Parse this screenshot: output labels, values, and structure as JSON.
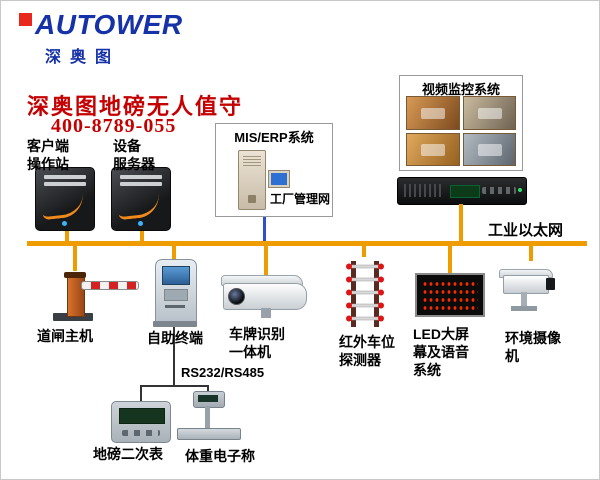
{
  "colors": {
    "logo_blue": "#1632A8",
    "accent_red": "#C40000",
    "bus_orange": "#EE9C00",
    "led_dot_red": "#FF2A00"
  },
  "logo": {
    "brand": "AUTOWER",
    "brand_cn": "深奥图"
  },
  "header": {
    "title": "深奥图地磅无人值守",
    "phone": "400-8789-055"
  },
  "top": {
    "client_station": "客户端\n操作站",
    "device_server": "设备\n服务器",
    "mis_box_title": "MIS/ERP系统",
    "factory_network": "工厂管理网",
    "video_box_title": "视频监控系统"
  },
  "bus": {
    "label": "工业以太网"
  },
  "devices": [
    {
      "label": "道闸主机"
    },
    {
      "label": "自助终端"
    },
    {
      "label": "车牌识别\n一体机"
    },
    {
      "label": "红外车位\n探测器"
    },
    {
      "label": "LED大屏\n幕及语音\n系统"
    },
    {
      "label": "环境摄像\n机"
    }
  ],
  "serial": {
    "bus_label": "RS232/RS485",
    "meter_label": "地磅二次表",
    "scale_label": "体重电子称"
  },
  "icons": {
    "pc-tower-icon": "css-shape",
    "mis-server-icon": "css-shape",
    "mis-monitor-icon": "css-shape",
    "camera-thumbnail-icon": "css-gradient",
    "dvr-icon": "css-shape",
    "barrier-gate-icon": "css-shape",
    "kiosk-icon": "css-shape",
    "lpr-camera-icon": "css-shape",
    "infrared-detector-icon": "svg-shape",
    "led-screen-icon": "css-dot-matrix",
    "cctv-camera-icon": "css-shape",
    "weighbridge-meter-icon": "css-shape",
    "electronic-scale-icon": "css-shape"
  }
}
